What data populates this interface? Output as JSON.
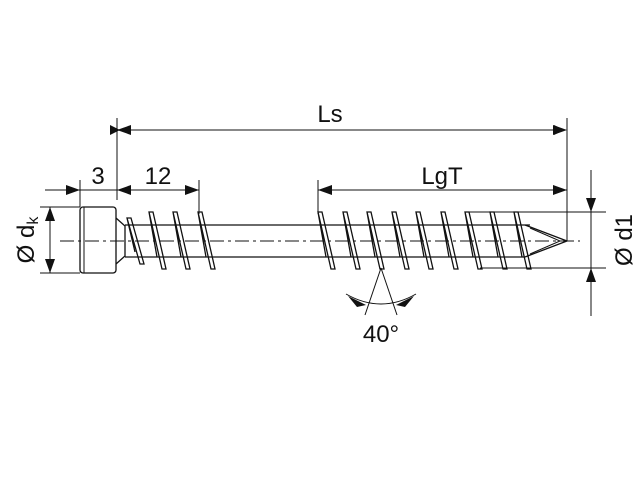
{
  "labels": {
    "ls": "Ls",
    "three": "3",
    "twelve": "12",
    "lgt": "LgT",
    "d1": "Ø d1",
    "dk_prefix": "Ø d",
    "dk_sub": "k",
    "angle": "40°"
  },
  "colors": {
    "line": "#111111",
    "background": "#ffffff"
  }
}
